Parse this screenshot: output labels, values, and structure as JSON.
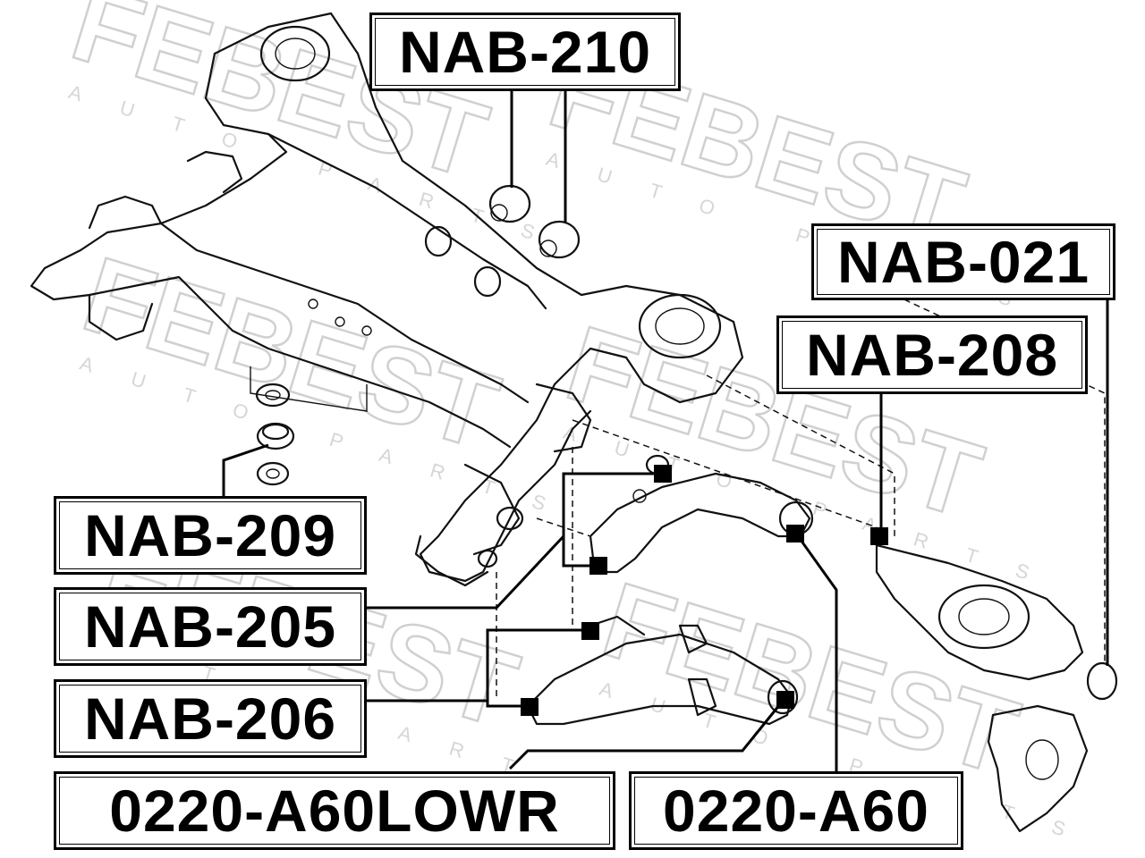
{
  "watermark": {
    "brand": "FEBEST",
    "sub": "AUTO PARTS"
  },
  "labels": {
    "nab_210": "NAB-210",
    "nab_021": "NAB-021",
    "nab_208": "NAB-208",
    "nab_209": "NAB-209",
    "nab_205": "NAB-205",
    "nab_206": "NAB-206",
    "a60_lowr": "0220-A60LOWR",
    "a60": "0220-A60"
  }
}
